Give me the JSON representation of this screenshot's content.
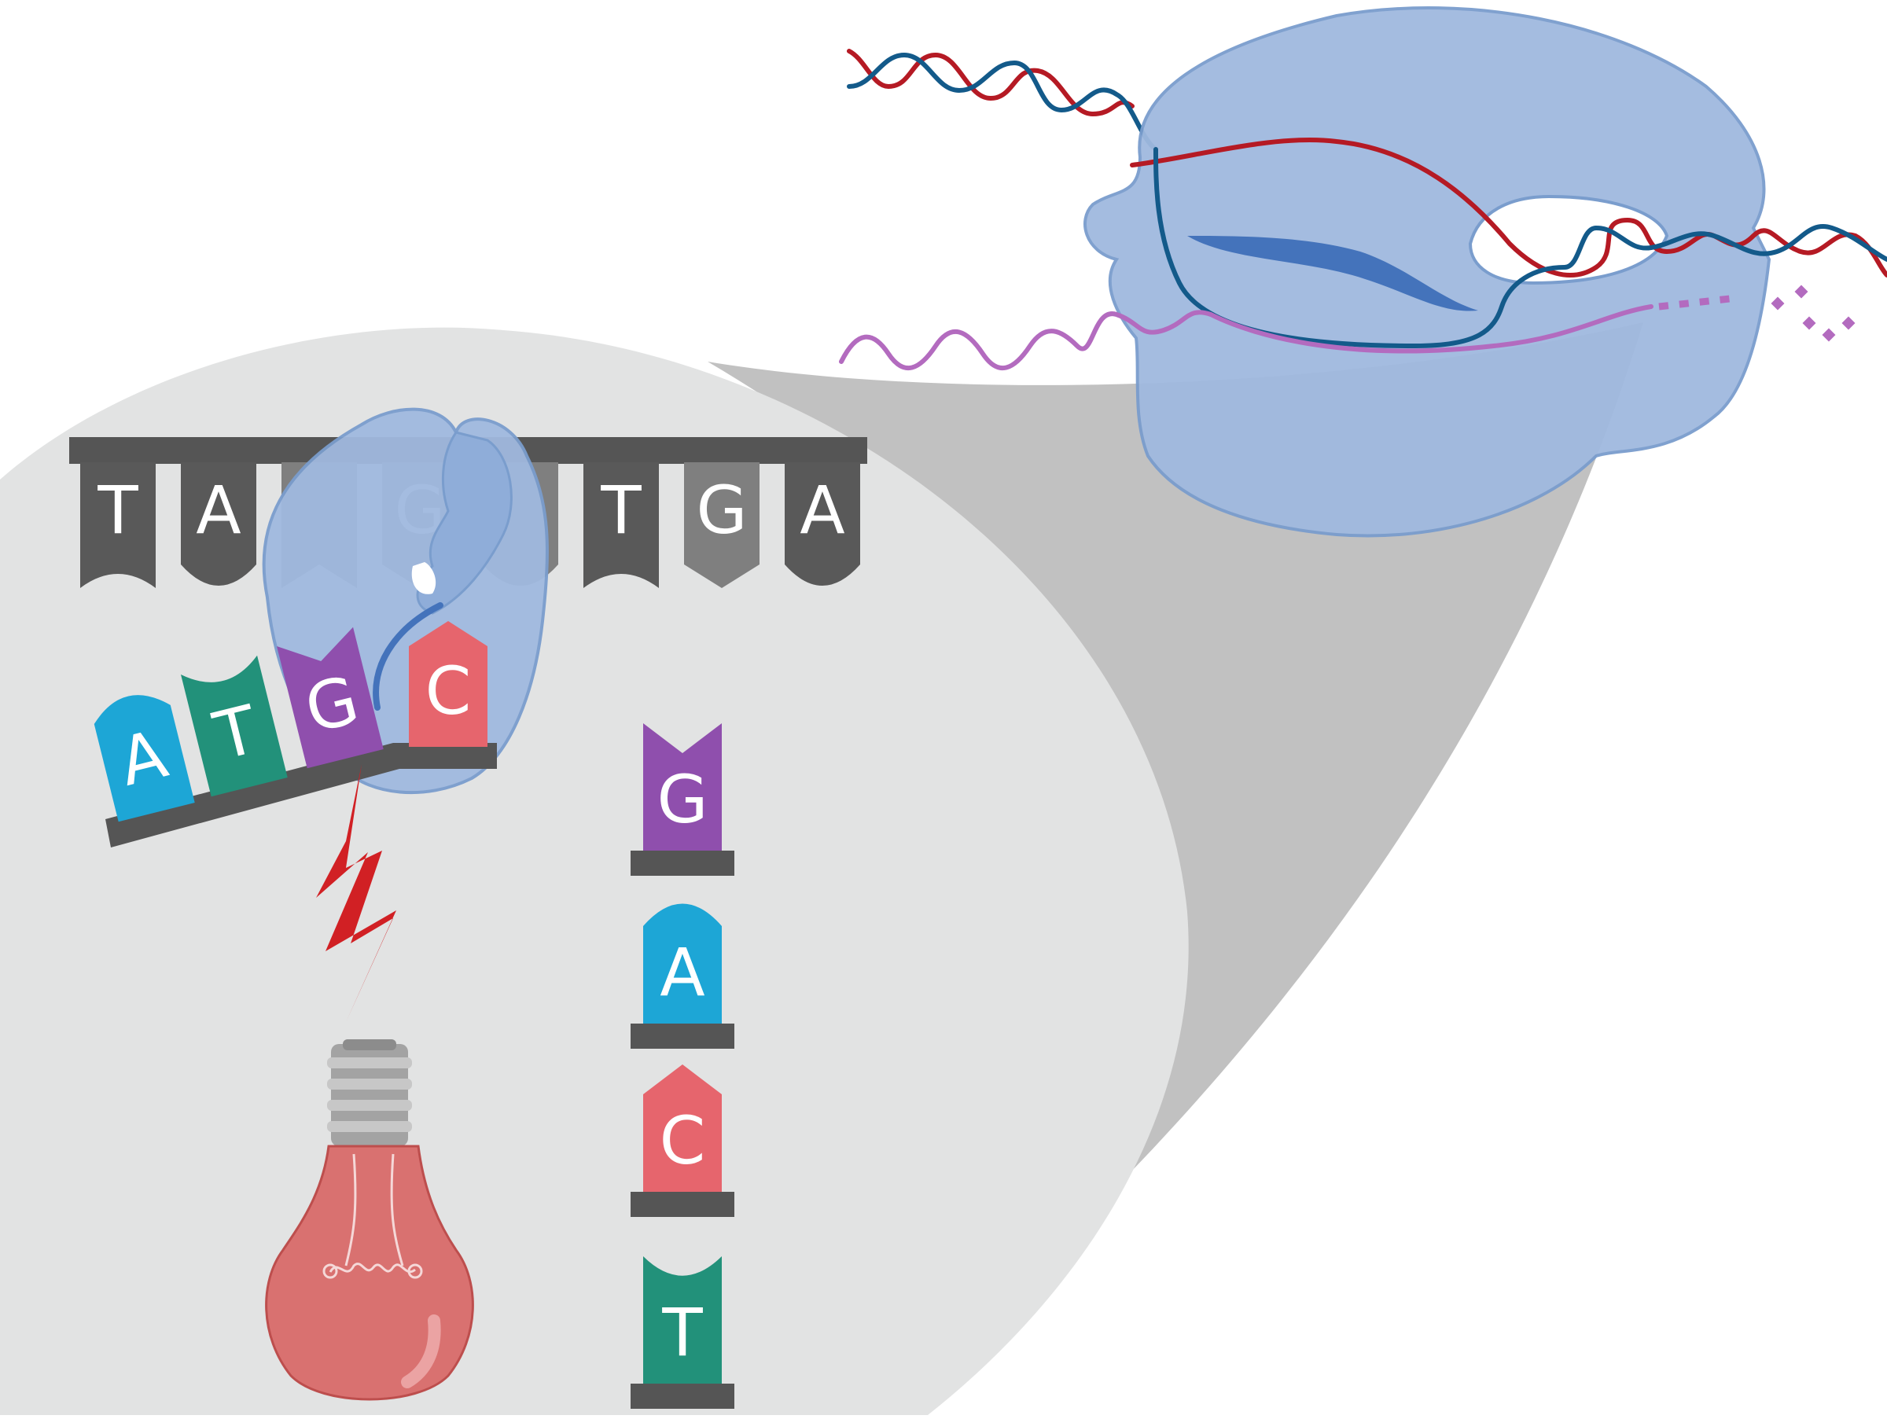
{
  "colors": {
    "background": "#ffffff",
    "zoom_bubble": "#e2e3e3",
    "zoom_cone": "#c1c1c1",
    "polymerase": "#a0b9df",
    "polymerase_edge": "#7a9dcd",
    "polymerase_dark": "#4473bb",
    "strand_red": "#b51a24",
    "strand_blue": "#135a8a",
    "strand_pink": "#b36bbf",
    "backbone": "#555555",
    "base_A": "#1da6d6",
    "base_T": "#22917a",
    "base_G": "#8f4fad",
    "base_C": "#e6656d",
    "template_dark": "#595959",
    "template_light": "#7f7f7f",
    "lightning": "#d12024",
    "bulb_glass": "#d97170",
    "bulb_socket": "#a3a3a3"
  },
  "template_strand": {
    "bases": [
      "T",
      "A",
      "",
      "G",
      "",
      "T",
      "G",
      "A"
    ]
  },
  "growing_strand": {
    "bases": [
      "A",
      "T",
      "G",
      "C"
    ]
  },
  "free_nucleotides": {
    "bases": [
      "G",
      "A",
      "C",
      "T"
    ]
  }
}
